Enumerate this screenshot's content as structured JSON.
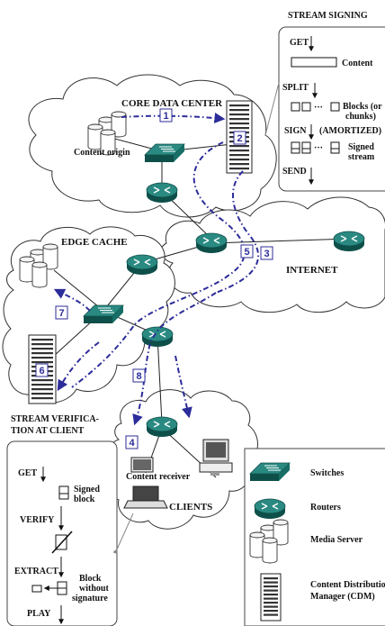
{
  "stream_signing": {
    "title": "STREAM SIGNING",
    "steps": {
      "get": "GET",
      "split": "SPLIT",
      "sign": "SIGN",
      "sign_suffix": "(AMORTIZED)",
      "send": "SEND"
    },
    "content_label": "Content",
    "blocks_label_1": "Blocks (or",
    "blocks_label_2": "chunks)",
    "signed_label_1": "Signed",
    "signed_label_2": "stream",
    "dots": "···"
  },
  "regions": {
    "core": "CORE DATA CENTER",
    "content_origin": "Content origin",
    "edge": "EDGE CACHE",
    "internet": "INTERNET",
    "clients": "CLIENTS",
    "content_receiver": "Content receiver"
  },
  "verification": {
    "title_1": "STREAM VERIFICA-",
    "title_2": "TION AT CLIENT",
    "steps": {
      "get": "GET",
      "verify": "VERIFY",
      "extract": "EXTRACT",
      "play": "PLAY"
    },
    "signed_block_1": "Signed",
    "signed_block_2": "block",
    "block_1": "Block",
    "block_2": "without",
    "block_3": "signature"
  },
  "flow_steps": [
    "1",
    "2",
    "3",
    "4",
    "5",
    "6",
    "7",
    "8"
  ],
  "legend": {
    "switches": "Switches",
    "routers": "Routers",
    "media_server": "Media Server",
    "cdm_1": "Content Distribution",
    "cdm_2": "Manager (CDM)"
  },
  "colors": {
    "device_teal": "#2a8a82",
    "device_dark": "#0f4f4a",
    "flow_blue": "#2c2c9a"
  }
}
